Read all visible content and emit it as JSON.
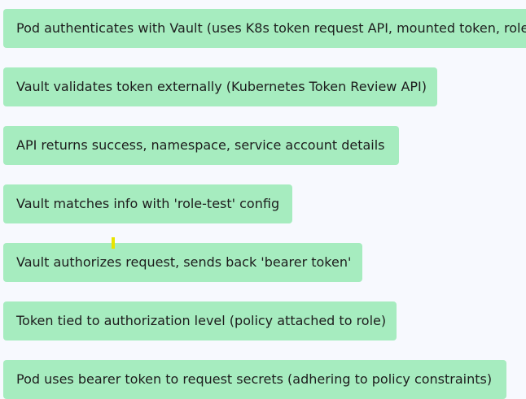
{
  "steps": [
    {
      "label": "Pod authenticates with Vault (uses K8s token request API, mounted token, role"
    },
    {
      "label": "Vault validates token externally (Kubernetes Token Review API)"
    },
    {
      "label": "API returns success, namespace, service account details"
    },
    {
      "label": "Vault matches info with 'role-test' config"
    },
    {
      "label": "Vault authorizes request, sends back 'bearer token'"
    },
    {
      "label": "Token tied to authorization level (policy attached to role)"
    },
    {
      "label": "Pod uses bearer token to request secrets (adhering to policy constraints)"
    }
  ],
  "colors": {
    "background": "#f7f9fe",
    "step_fill": "#a6ecbf",
    "text": "#1d1d1d",
    "cursor_mark": "#e8e400"
  }
}
